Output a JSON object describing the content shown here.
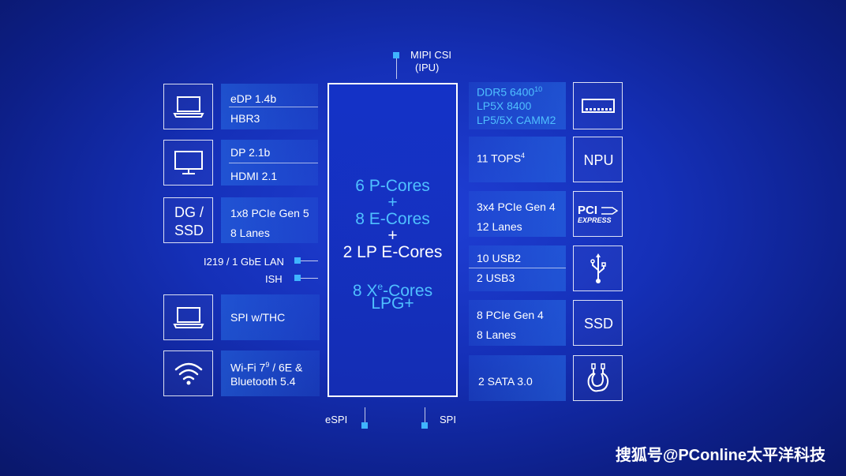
{
  "top_connector": {
    "line1": "MIPI CSI",
    "line2": "(IPU)"
  },
  "cpu": {
    "p_cores": "6 P-Cores",
    "plus1": "+",
    "e_cores": "8 E-Cores",
    "plus2": "+",
    "lp_cores": "2 LP E-Cores",
    "xe_prefix": "8 X",
    "xe_sup": "e",
    "xe_suffix": "-Cores",
    "lpg": "LPG+"
  },
  "left": {
    "display_edp": {
      "line1": "eDP 1.4b",
      "line2": "HBR3",
      "icon": "laptop-icon"
    },
    "display_dp": {
      "line1": "DP 2.1b",
      "line2": "HDMI 2.1",
      "icon": "monitor-icon"
    },
    "dg_ssd": {
      "box1": "DG /",
      "box2": "SSD",
      "line1": "1x8 PCIe Gen 5",
      "line2": "8 Lanes"
    },
    "lan": "I219 / 1 GbE LAN",
    "ish": "ISH",
    "spi_thc": {
      "line1": "SPI w/THC",
      "icon": "laptop-icon"
    },
    "wifi": {
      "line1_prefix": "Wi-Fi 7",
      "line1_sup": "9",
      "line1_suffix": "/ 6E &",
      "line2": "Bluetooth 5.4",
      "icon": "wifi-icon"
    }
  },
  "right": {
    "memory": {
      "line1_prefix": "DDR5 6400",
      "line1_sup": "10",
      "line2": "LP5X 8400",
      "line3": "LP5/5X CAMM2",
      "icon": "memory-module-icon"
    },
    "npu": {
      "line1_prefix": "11 TOPS",
      "line1_sup": "4",
      "box": "NPU"
    },
    "pcie": {
      "line1": "3x4 PCIe Gen 4",
      "line2": "12 Lanes",
      "logo_top": "PCI",
      "logo_bottom": "EXPRESS"
    },
    "usb": {
      "line1": "10 USB2",
      "line2": "2 USB3",
      "icon": "usb-icon"
    },
    "ssd": {
      "line1": "8 PCIe Gen 4",
      "line2": "8 Lanes",
      "box": "SSD"
    },
    "sata": {
      "line1": "2 SATA 3.0",
      "icon": "sata-cable-icon"
    }
  },
  "bottom": {
    "espi": "eSPI",
    "spi": "SPI"
  },
  "watermark": "搜狐号@PConline太平洋科技",
  "colors": {
    "accent": "#3fb4ff",
    "cyan_text": "#4fc0ff",
    "background": "#1530b8"
  }
}
